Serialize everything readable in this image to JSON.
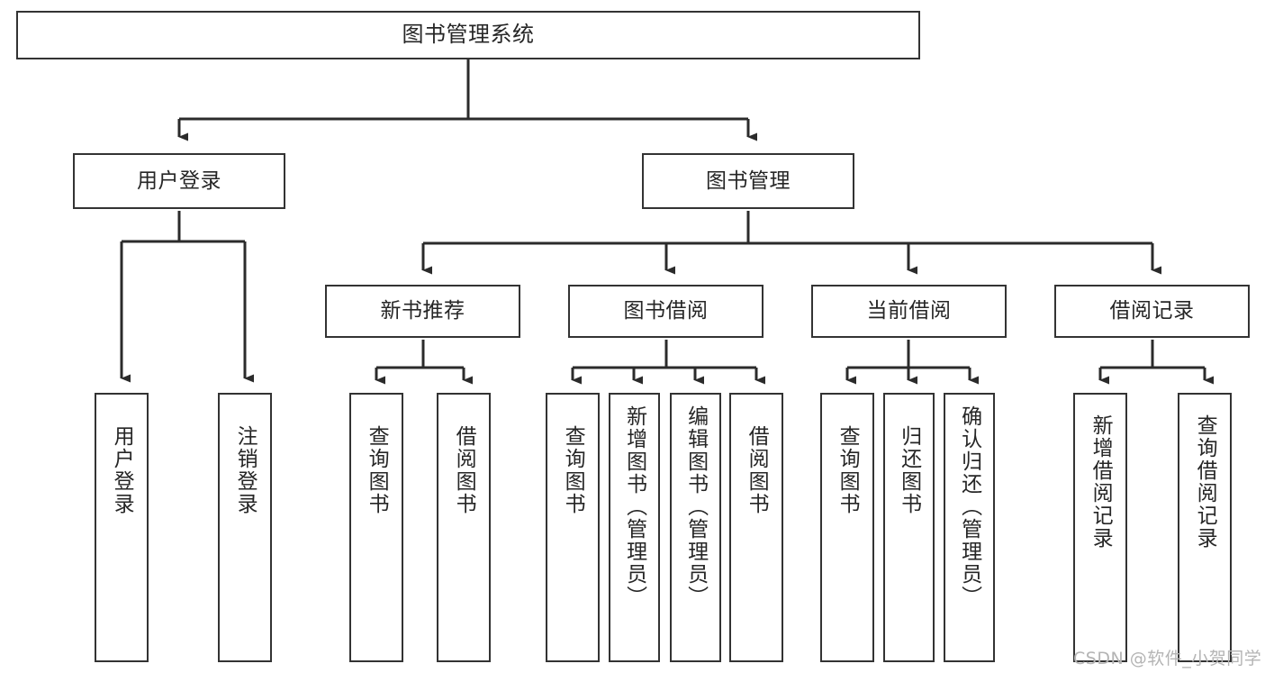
{
  "diagram": {
    "title": "图书管理系统",
    "type": "tree-hierarchy-chart",
    "watermark": "CSDN @软件_小贺同学",
    "colors": {
      "node_border": "#333333",
      "node_fill": "#ffffff",
      "edge": "#2b2b2b",
      "text": "#262626",
      "watermark": "#b4b4b4",
      "background": "#ffffff"
    },
    "levels": {
      "root": "图书管理系统",
      "level2": [
        "用户登录",
        "图书管理"
      ],
      "level3": [
        "新书推荐",
        "图书借阅",
        "当前借阅",
        "借阅记录"
      ]
    },
    "nodes": {
      "root": {
        "label": "图书管理系统"
      },
      "user_login": {
        "label": "用户登录"
      },
      "book_manage": {
        "label": "图书管理"
      },
      "new_book_rec": {
        "label": "新书推荐"
      },
      "book_borrow": {
        "label": "图书借阅"
      },
      "current_borrow": {
        "label": "当前借阅"
      },
      "borrow_record": {
        "label": "借阅记录"
      },
      "leaf_user_login": {
        "label": "用户登录"
      },
      "leaf_logout": {
        "label": "注销登录"
      },
      "leaf_query_book_a": {
        "label": "查询图书"
      },
      "leaf_borrow_book_a": {
        "label": "借阅图书"
      },
      "leaf_query_book_b": {
        "label": "查询图书"
      },
      "leaf_add_book": {
        "label": "新增图书（管理员）"
      },
      "leaf_edit_book": {
        "label": "编辑图书（管理员）"
      },
      "leaf_borrow_book_b": {
        "label": "借阅图书"
      },
      "leaf_query_book_c": {
        "label": "查询图书"
      },
      "leaf_return_book": {
        "label": "归还图书"
      },
      "leaf_confirm_return": {
        "label": "确认归还（管理员）"
      },
      "leaf_add_record": {
        "label": "新增借阅记录"
      },
      "leaf_query_record": {
        "label": "查询借阅记录"
      }
    },
    "edges": [
      {
        "from": "root",
        "to": "user_login"
      },
      {
        "from": "root",
        "to": "book_manage"
      },
      {
        "from": "user_login",
        "to": "leaf_user_login"
      },
      {
        "from": "user_login",
        "to": "leaf_logout"
      },
      {
        "from": "book_manage",
        "to": "new_book_rec"
      },
      {
        "from": "book_manage",
        "to": "book_borrow"
      },
      {
        "from": "book_manage",
        "to": "current_borrow"
      },
      {
        "from": "book_manage",
        "to": "borrow_record"
      },
      {
        "from": "new_book_rec",
        "to": "leaf_query_book_a"
      },
      {
        "from": "new_book_rec",
        "to": "leaf_borrow_book_a"
      },
      {
        "from": "book_borrow",
        "to": "leaf_query_book_b"
      },
      {
        "from": "book_borrow",
        "to": "leaf_add_book"
      },
      {
        "from": "book_borrow",
        "to": "leaf_edit_book"
      },
      {
        "from": "book_borrow",
        "to": "leaf_borrow_book_b"
      },
      {
        "from": "current_borrow",
        "to": "leaf_query_book_c"
      },
      {
        "from": "current_borrow",
        "to": "leaf_return_book"
      },
      {
        "from": "current_borrow",
        "to": "leaf_confirm_return"
      },
      {
        "from": "borrow_record",
        "to": "leaf_add_record"
      },
      {
        "from": "borrow_record",
        "to": "leaf_query_record"
      }
    ]
  }
}
